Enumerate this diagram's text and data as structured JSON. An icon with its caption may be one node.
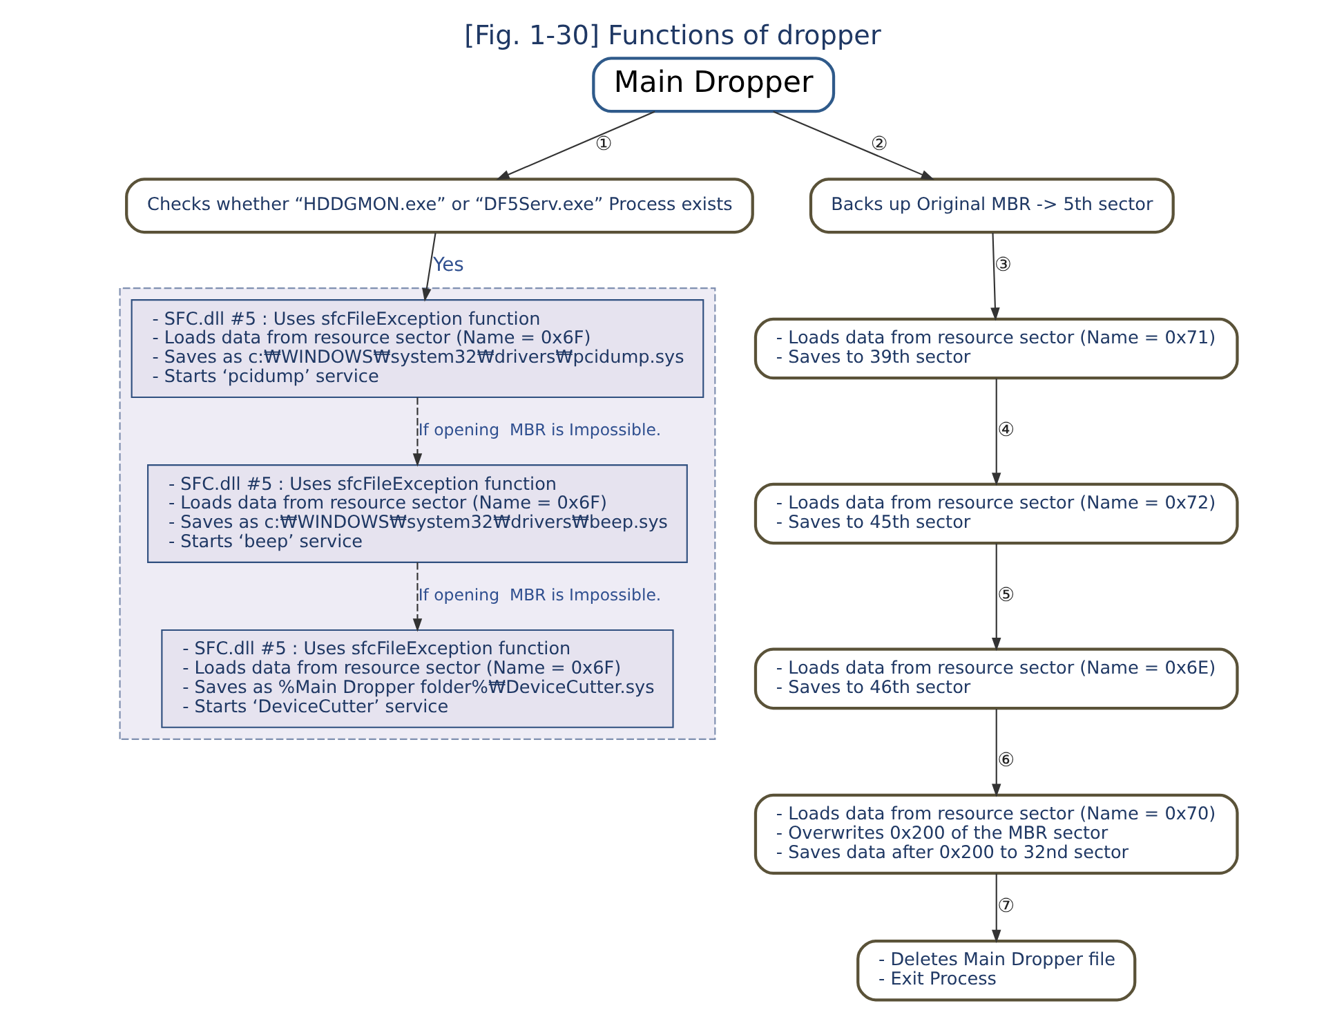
{
  "diagram": {
    "title": "[Fig. 1-30] Functions of dropper",
    "nodes": [
      {
        "text": [
          "Main Dropper"
        ]
      },
      {
        "text": [
          "Checks whether “HDDGMON.exe” or “DF5Serv.exe” Process exists"
        ]
      },
      {
        "text": [],
        "shape": "box"
      },
      {
        "text": [
          "- SFC.dll #5 : Uses sfcFileException function",
          "- Loads data from resource sector (Name = 0x6F)",
          "- Saves as c:₩WINDOWS₩system32₩drivers₩pcidump.sys",
          "- Starts ‘pcidump’ service"
        ],
        "in": 2
      },
      {
        "text": [
          "- SFC.dll #5 : Uses sfcFileException function",
          "- Loads data from resource sector (Name = 0x6F)",
          "- Saves as c:₩WINDOWS₩system32₩drivers₩beep.sys",
          "- Starts ‘beep’ service"
        ],
        "in": 2
      },
      {
        "text": [
          "- SFC.dll #5 : Uses sfcFileException function",
          "- Loads data from resource sector (Name = 0x6F)",
          "- Saves as %Main Dropper folder%₩DeviceCutter.sys",
          "- Starts ‘DeviceCutter’ service"
        ],
        "in": 2
      },
      {
        "text": [
          "Backs up Original MBR -> 5th sector"
        ]
      },
      {
        "text": [
          "- Loads data from resource sector (Name = 0x71)",
          "- Saves to 39th sector"
        ]
      },
      {
        "text": [
          "- Loads data from resource sector (Name = 0x72)",
          "- Saves to 45th sector"
        ]
      },
      {
        "text": [
          "- Loads data from resource sector (Name = 0x6E)",
          "- Saves to 46th sector"
        ]
      },
      {
        "text": [
          "- Loads data from resource sector (Name = 0x70)",
          "- Overwrites 0x200 of the MBR sector",
          "- Saves data after 0x200 to 32nd sector"
        ]
      },
      {
        "text": [
          "- Deletes Main Dropper file",
          "- Exit Process"
        ]
      }
    ],
    "edges": [
      {
        "from": 0,
        "to": 1,
        "arrow": "to",
        "label": "①"
      },
      {
        "from": 0,
        "to": 6,
        "arrow": "to",
        "label": "②"
      },
      {
        "from": 1,
        "to": 3,
        "arrow": "to",
        "label": "Yes"
      },
      {
        "from": 3,
        "to": 4,
        "arrow": "to",
        "style": "dashed",
        "label": "If opening  MBR is Impossible."
      },
      {
        "from": 4,
        "to": 5,
        "arrow": "to",
        "style": "dashed",
        "label": "If opening  MBR is Impossible."
      },
      {
        "from": 6,
        "to": 7,
        "arrow": "to",
        "label": "③"
      },
      {
        "from": 7,
        "to": 8,
        "arrow": "to",
        "label": "④"
      },
      {
        "from": 8,
        "to": 9,
        "arrow": "to",
        "label": "⑤"
      },
      {
        "from": 9,
        "to": 10,
        "arrow": "to",
        "label": "⑥"
      },
      {
        "from": 10,
        "to": 11,
        "arrow": "to",
        "label": "⑦"
      }
    ]
  }
}
